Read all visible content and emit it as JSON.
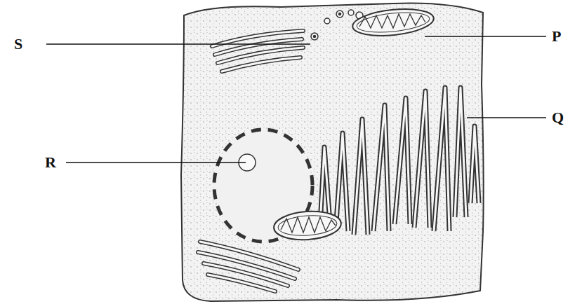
{
  "diagram": {
    "labels": [
      "S",
      "P",
      "Q",
      "R"
    ]
  }
}
